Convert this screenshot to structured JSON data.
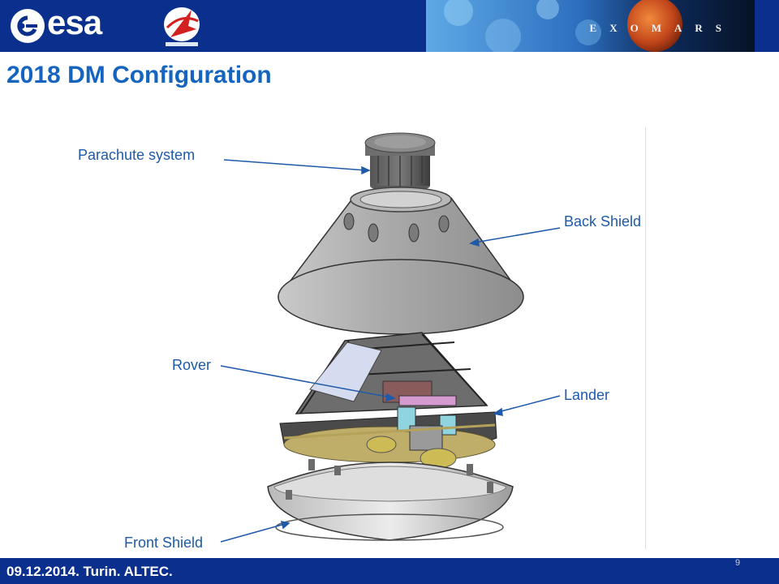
{
  "header": {
    "agency_logo_text": "esa",
    "banner_text": "EXOMARS",
    "colors": {
      "bar": "#0a2f8c",
      "title": "#1565c0",
      "callout": "#1f5aa8"
    }
  },
  "title": "2018 DM Configuration",
  "callouts": {
    "parachute": "Parachute system",
    "back_shield": "Back Shield",
    "rover": "Rover",
    "lander": "Lander",
    "front_shield": "Front Shield"
  },
  "footer": {
    "text": "09.12.2014. Turin. ALTEC.",
    "page_number": "9"
  }
}
